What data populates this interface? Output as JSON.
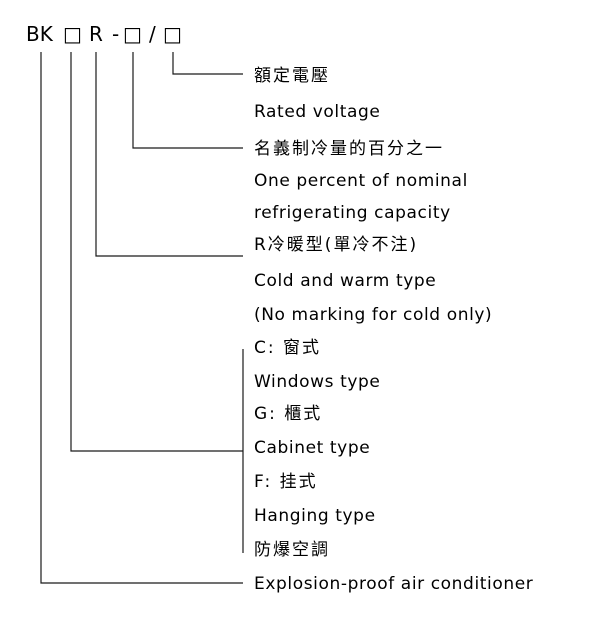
{
  "model_code": {
    "prefix": "BK",
    "box": "□",
    "r": "R",
    "dash": "-",
    "slash": "/"
  },
  "labels": {
    "rated_voltage_cn": "額定電壓",
    "rated_voltage_en": "Rated voltage",
    "capacity_cn": "名義制冷量的百分之一",
    "capacity_en_1": "One percent of nominal",
    "capacity_en_2": "refrigerating capacity",
    "cold_warm_cn": "R冷暖型(單冷不注)",
    "cold_warm_en_1": "Cold and warm type",
    "cold_warm_en_2": "(No marking for cold only)",
    "window_cn": "C:  窗式",
    "window_en": "Windows type",
    "cabinet_cn": "G:  櫃式",
    "cabinet_en": "Cabinet type",
    "hanging_cn": "F:  挂式",
    "hanging_en": "Hanging type",
    "explosion_cn": "防爆空調",
    "explosion_en": "Explosion-proof air conditioner"
  }
}
